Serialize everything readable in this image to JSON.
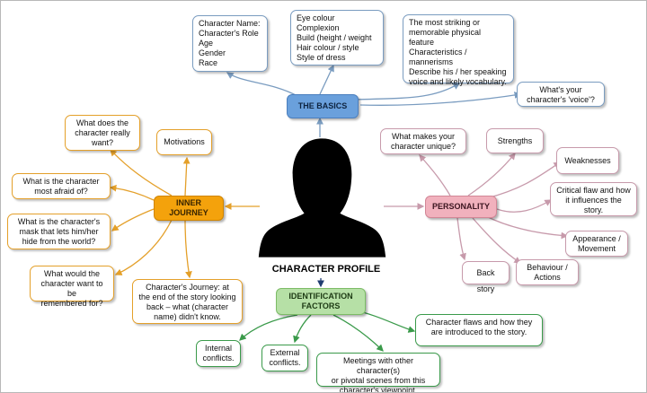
{
  "central": {
    "title": "CHARACTER PROFILE"
  },
  "basics": {
    "label": "THE BASICS",
    "items": [
      "Character Name:\nCharacter's Role\nAge\nGender\nRace",
      "Eye colour\nComplexion\nBuild (height / weight\nHair colour / style\nStyle of dress",
      "The most striking or\nmemorable physical feature\nCharacteristics /\nmannerisms\nDescribe his / her speaking\nvoice and likely vocabulary.",
      "What's your\ncharacter's 'voice'?"
    ]
  },
  "personality": {
    "label": "PERSONALITY",
    "items": [
      "What makes your\ncharacter unique?",
      "Strengths",
      "Weaknesses",
      "Critical flaw and how\nit influences the\nstory.",
      "Appearance /\nMovement",
      "Behaviour /\nActions",
      "Back story"
    ]
  },
  "inner_journey": {
    "label": "INNER\nJOURNEY",
    "items": [
      "What does the\ncharacter really\nwant?",
      "Motivations",
      "What is the character\nmost afraid of?",
      "What is the character's\nmask that lets him/her\nhide from the world?",
      "What would the\ncharacter want to be\nremembered for?",
      "Character's Journey: at\nthe end of the story looking\nback – what (character\nname) didn't know."
    ]
  },
  "identification": {
    "label": "IDENTIFICATION\nFACTORS",
    "items": [
      "Internal\nconflicts.",
      "External\nconflicts.",
      "Meetings with other character(s)\nor pivotal scenes from this\ncharacter's viewpoint.",
      "Character flaws and how they\nare introduced to the story."
    ]
  },
  "colors": {
    "basics": "#6aa0dc",
    "personality": "#f1b1bd",
    "inner_journey": "#f4a20c",
    "identification": "#b6e0a6"
  }
}
